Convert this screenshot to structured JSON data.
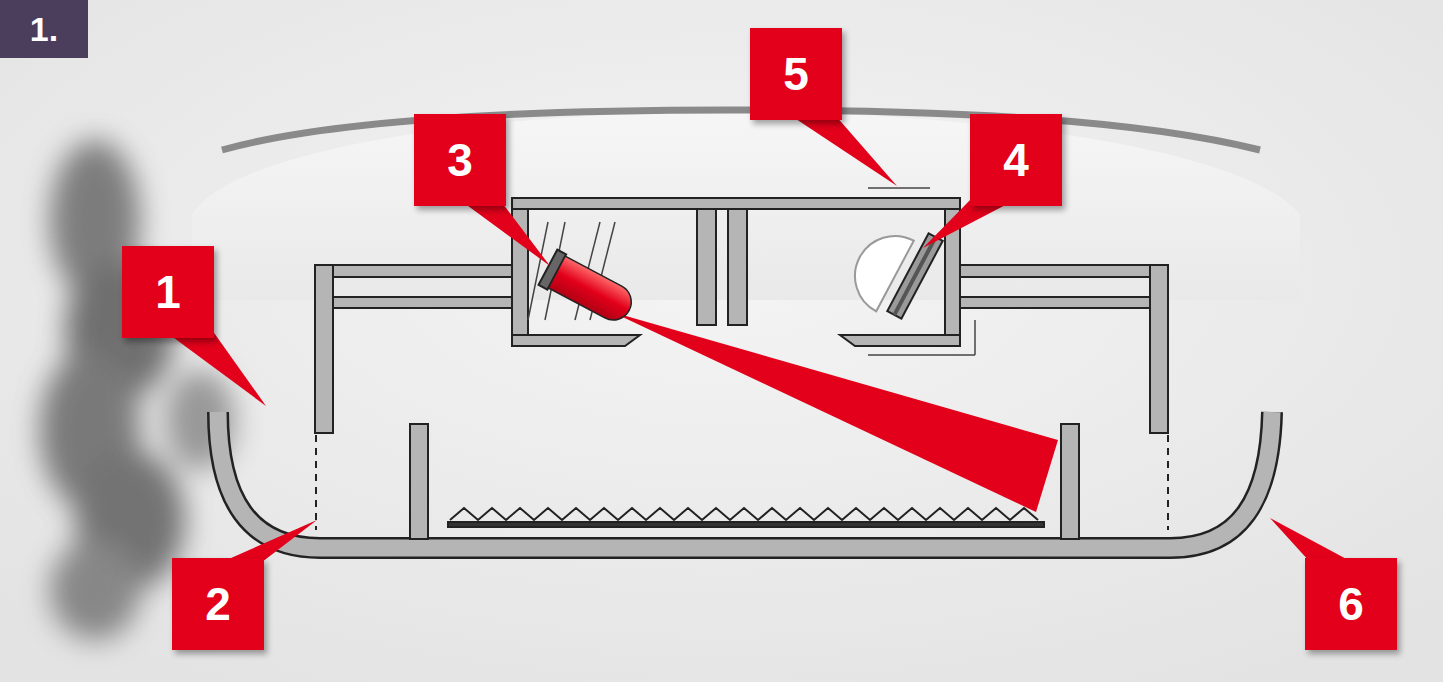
{
  "diagram": {
    "labels": [
      "1.",
      "5",
      "3",
      "4",
      "1",
      "2",
      "6"
    ]
  }
}
